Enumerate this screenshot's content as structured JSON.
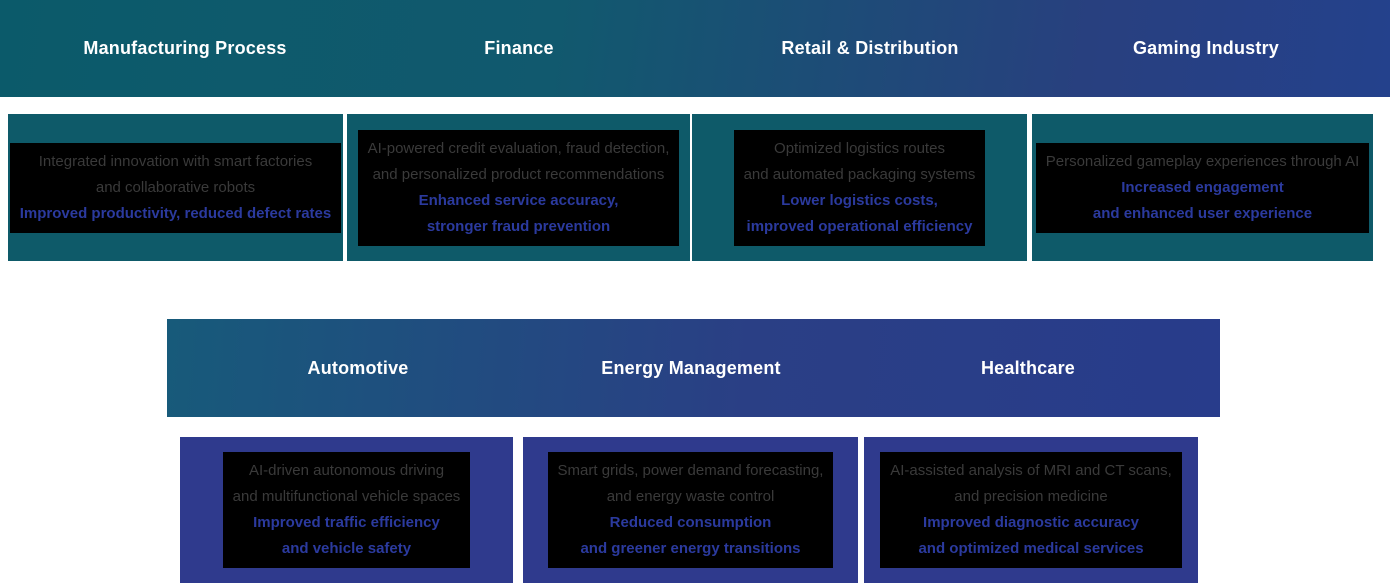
{
  "title": "AI applications by industry infographic",
  "colors": {
    "teal_header_left": "#0B5A6A",
    "blue_header_right": "#24418C",
    "teal_card": "#0E5A69",
    "blue_card": "#2F3A8D",
    "header2_left": "#175A7A",
    "header2_right": "#283C8B",
    "text_box_background": "#000000",
    "description_text": "#3A3A3A",
    "outcome_text": "#2B3A9E",
    "header_title_text": "#FFFFFF"
  },
  "row1": {
    "headers": [
      "Manufacturing Process",
      "Finance",
      "Retail & Distribution",
      "Gaming Industry"
    ],
    "cards": [
      {
        "desc": [
          "Integrated innovation with smart factories",
          "and collaborative robots"
        ],
        "outcome": [
          "Improved productivity, reduced defect rates"
        ]
      },
      {
        "desc": [
          "AI-powered credit evaluation, fraud detection,",
          "and personalized product recommendations"
        ],
        "outcome": [
          "Enhanced service accuracy,",
          "stronger fraud prevention"
        ]
      },
      {
        "desc": [
          "Optimized logistics routes",
          "and automated packaging systems"
        ],
        "outcome": [
          "Lower logistics costs,",
          "improved operational efficiency"
        ]
      },
      {
        "desc": [
          "Personalized gameplay experiences through AI"
        ],
        "outcome": [
          "Increased engagement",
          "and enhanced user experience"
        ]
      }
    ]
  },
  "row2": {
    "headers": [
      "Automotive",
      "Energy Management",
      "Healthcare"
    ],
    "cards": [
      {
        "desc": [
          "AI-driven autonomous driving",
          "and multifunctional vehicle spaces"
        ],
        "outcome": [
          "Improved traffic efficiency",
          "and vehicle safety"
        ]
      },
      {
        "desc": [
          "Smart grids, power demand forecasting,",
          "and energy waste control"
        ],
        "outcome": [
          "Reduced consumption",
          "and greener energy transitions"
        ]
      },
      {
        "desc": [
          "AI-assisted analysis of MRI and CT scans,",
          "and precision medicine"
        ],
        "outcome": [
          "Improved diagnostic accuracy",
          "and optimized medical services"
        ]
      }
    ]
  }
}
